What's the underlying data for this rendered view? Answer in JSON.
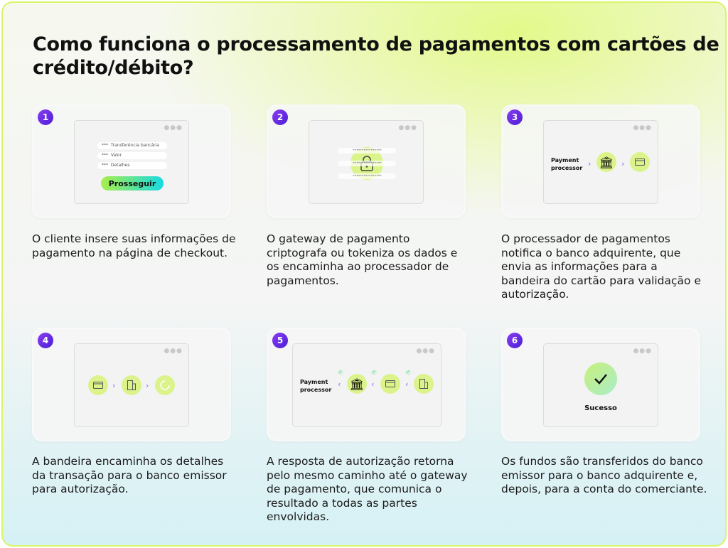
{
  "title": "Como funciona o processamento de pagamentos com cartões de crédito/débito?",
  "colors": {
    "accent_purple": "#5b23e0",
    "lime": "#dbf38a",
    "border": "#d8f56a"
  },
  "steps": [
    {
      "number": "1",
      "fields": [
        "Transferência bancária",
        "Valor",
        "Detalhes"
      ],
      "field_mask": "***",
      "button": "Prosseguir",
      "description": "O cliente insere suas informações de pagamento na página de checkout."
    },
    {
      "number": "2",
      "mask": "••••••••••••••••",
      "description": "O gateway de pagamento criptografa ou tokeniza os dados e os encaminha ao processador de pagamentos."
    },
    {
      "number": "3",
      "label": "Payment processor",
      "description": "O processador de pagamentos notifica o banco adquirente, que envia as informações para a bandeira do cartão para validação e autorização."
    },
    {
      "number": "4",
      "description": "A bandeira encaminha os detalhes da transação para o banco emissor para autorização."
    },
    {
      "number": "5",
      "label": "Payment processor",
      "description": "A resposta de autorização retorna pelo mesmo caminho até o gateway de pagamento, que comunica o resultado a todas as partes envolvidas."
    },
    {
      "number": "6",
      "status": "Sucesso",
      "description": "Os fundos são transferidos do banco emissor para o banco adquirente e, depois, para a conta do comerciante."
    }
  ]
}
